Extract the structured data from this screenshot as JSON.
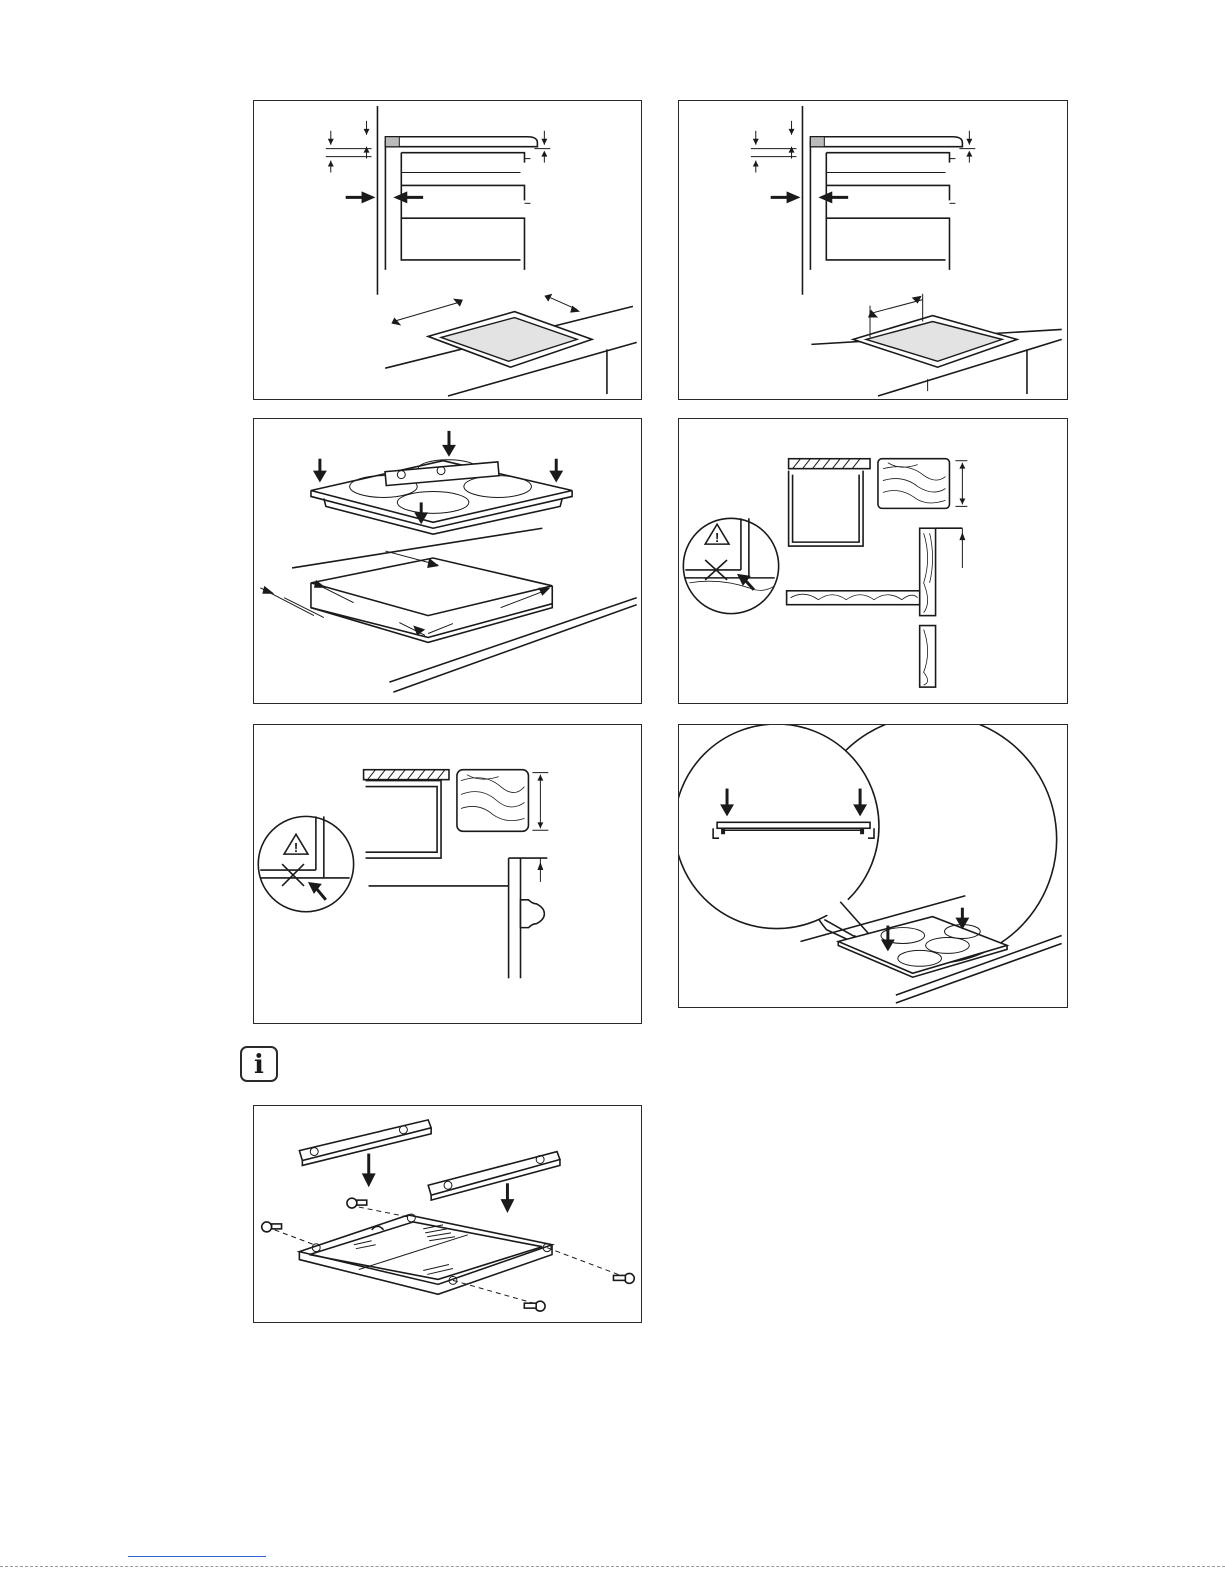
{
  "info_note": {
    "icon": "info-icon",
    "glyph": "i"
  },
  "figures": [
    {
      "id": "fig-cutout-1",
      "icon": "cutout-dimensions-illustration"
    },
    {
      "id": "fig-cutout-2",
      "icon": "cutout-dimensions-illustration"
    },
    {
      "id": "fig-level",
      "icon": "hob-level-illustration"
    },
    {
      "id": "fig-drawer-clearance",
      "icon": "drawer-clearance-illustration"
    },
    {
      "id": "fig-oven-clearance",
      "icon": "oven-clearance-illustration"
    },
    {
      "id": "fig-press-hob",
      "icon": "press-hob-illustration"
    },
    {
      "id": "fig-brackets",
      "icon": "bracket-screws-illustration"
    }
  ],
  "colors": {
    "line": "#1a1a1a",
    "panel_border": "#2a2a2a",
    "fill_grey": "#e3e3e3",
    "footer_link": "#2f5fd0"
  }
}
